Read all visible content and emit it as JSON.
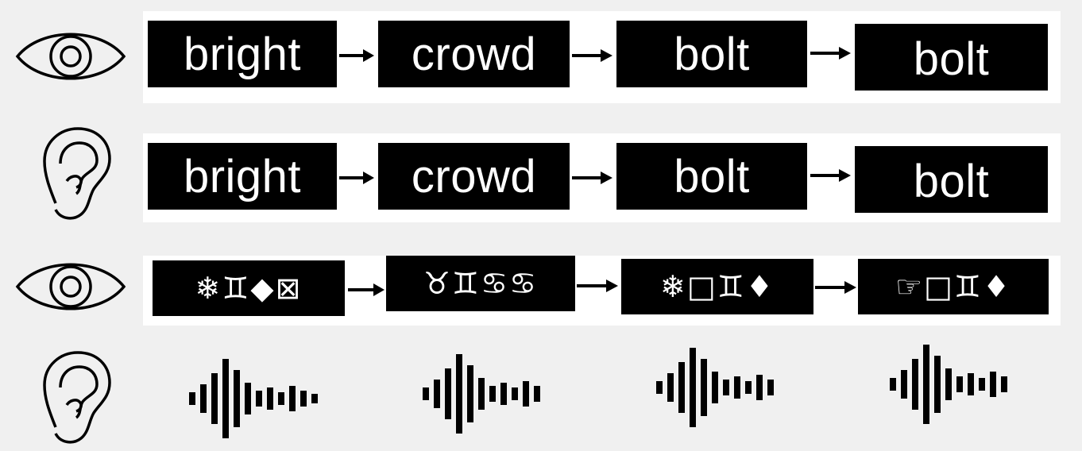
{
  "rows": [
    {
      "modality": "eye-icon",
      "words": [
        "bright",
        "crowd",
        "bolt",
        "bolt"
      ]
    },
    {
      "modality": "ear-icon",
      "words": [
        "bright",
        "crowd",
        "bolt",
        "bolt"
      ]
    },
    {
      "modality": "eye-icon",
      "symbols": [
        "❄♊◆⊠",
        "♉♊♋♋",
        "❄□♊♦",
        "☞□♊♦"
      ]
    },
    {
      "modality": "ear-icon",
      "audio": [
        "audio-waveform-icon",
        "audio-waveform-icon",
        "audio-waveform-icon",
        "audio-waveform-icon"
      ]
    }
  ],
  "colors": {
    "box": "#000000",
    "text": "#ffffff",
    "panel": "#ffffff",
    "background": "#f0f0f0"
  }
}
